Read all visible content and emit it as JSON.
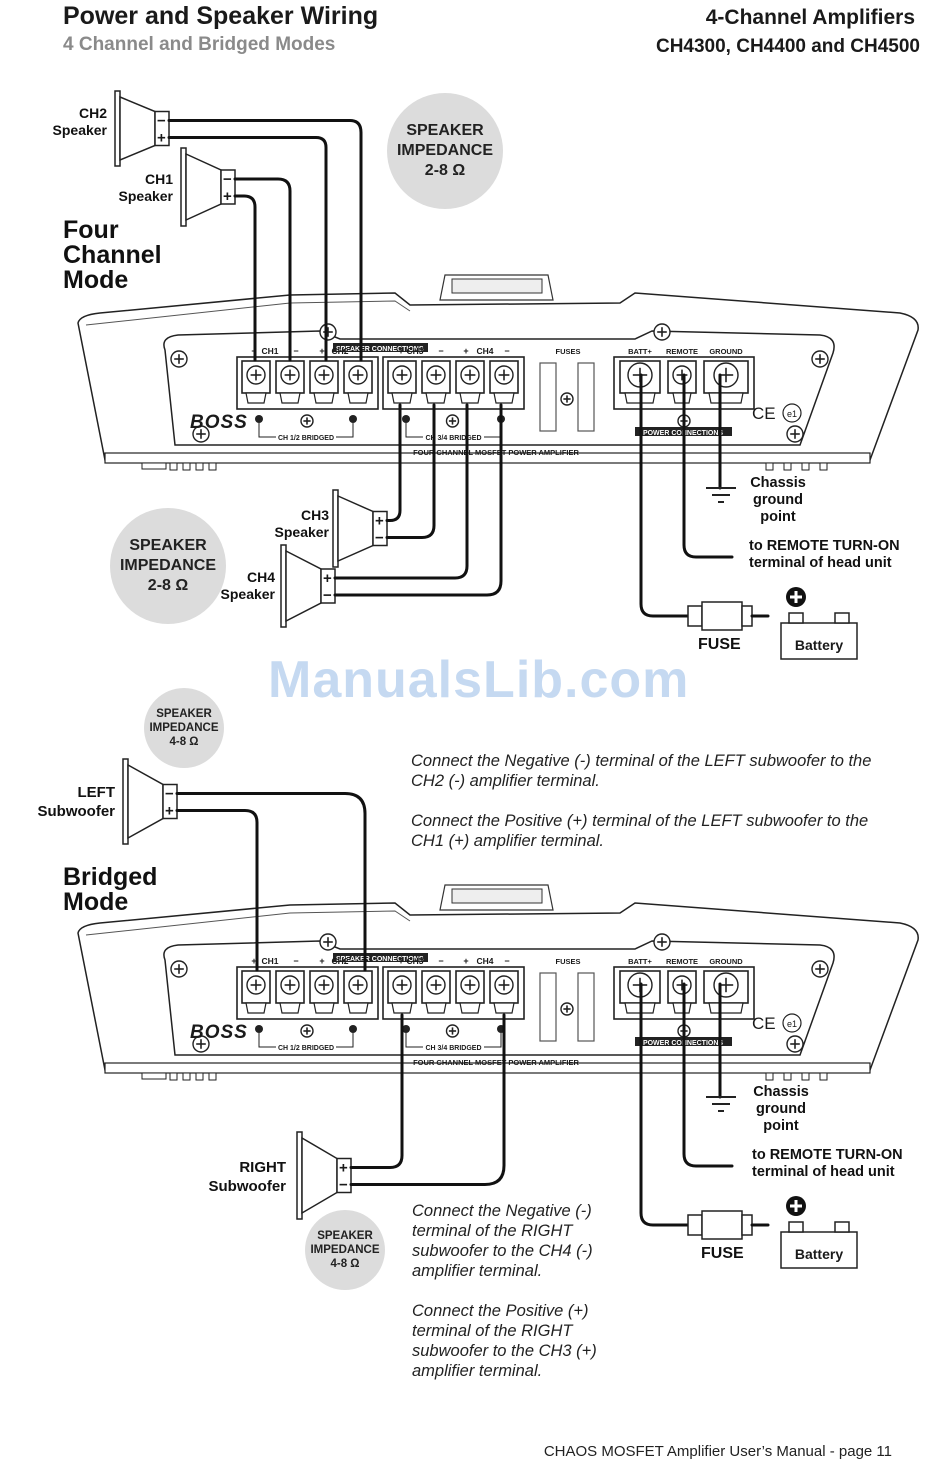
{
  "header": {
    "title": "Power and Speaker Wiring",
    "subtitle": "4 Channel and Bridged Modes",
    "product_line": "4-Channel Amplifiers",
    "models": "CH4300, CH4400 and CH4500"
  },
  "four_channel": {
    "mode_title": [
      "Four",
      "Channel",
      "Mode"
    ],
    "speakers": [
      {
        "name": "CH2",
        "sub": "Speaker"
      },
      {
        "name": "CH1",
        "sub": "Speaker"
      },
      {
        "name": "CH3",
        "sub": "Speaker"
      },
      {
        "name": "CH4",
        "sub": "Speaker"
      }
    ],
    "impedance_badge_top": {
      "line1": "SPEAKER",
      "line2": "IMPEDANCE",
      "line3": "2-8 Ω"
    },
    "impedance_badge_bottom": {
      "line1": "SPEAKER",
      "line2": "IMPEDANCE",
      "line3": "2-8 Ω"
    }
  },
  "amplifier": {
    "brand": "BOSS",
    "speaker_connections_label": "SPEAKER CONNECTIONS",
    "channel_labels": [
      "CH1",
      "CH2",
      "CH3",
      "CH4"
    ],
    "polarity": [
      "+",
      "−"
    ],
    "bridged_labels": [
      "CH 1/2 BRIDGED",
      "CH 3/4 BRIDGED"
    ],
    "product_label": "FOUR CHANNEL MOSFET POWER AMPLIFIER",
    "fuses_label": "FUSES",
    "power_terminals": [
      "BATT+",
      "REMOTE",
      "GROUND"
    ],
    "power_connections_label": "POWER CONNECTIONS",
    "cert_marks": [
      "CE",
      "e1"
    ]
  },
  "power_wiring": {
    "chassis_ground": [
      "Chassis",
      "ground",
      "point"
    ],
    "remote": [
      "to REMOTE TURN-ON",
      "terminal of head unit"
    ],
    "fuse": "FUSE",
    "battery": "Battery"
  },
  "bridged": {
    "mode_title": [
      "Bridged",
      "Mode"
    ],
    "left_sub": {
      "name": "LEFT",
      "sub": "Subwoofer"
    },
    "right_sub": {
      "name": "RIGHT",
      "sub": "Subwoofer"
    },
    "impedance_badge_left": {
      "line1": "SPEAKER",
      "line2": "IMPEDANCE",
      "line3": "4-8 Ω"
    },
    "impedance_badge_right": {
      "line1": "SPEAKER",
      "line2": "IMPEDANCE",
      "line3": "4-8 Ω"
    },
    "notes_left": [
      "Connect the Negative (-) terminal of the LEFT  subwoofer to the CH2 (-) amplifier terminal.",
      "Connect the Positive (+)  terminal of the LEFT  subwoofer to the CH1 (+) amplifier terminal."
    ],
    "notes_right": [
      "Connect the Negative (-) terminal of the RIGHT subwoofer to the CH4 (-) amplifier terminal.",
      "Connect the Positive (+) terminal of the RIGHT subwoofer to the CH3 (+) amplifier terminal."
    ]
  },
  "watermark": "ManualsLib.com",
  "footer": "CHAOS MOSFET Amplifier User’s Manual - page 11"
}
